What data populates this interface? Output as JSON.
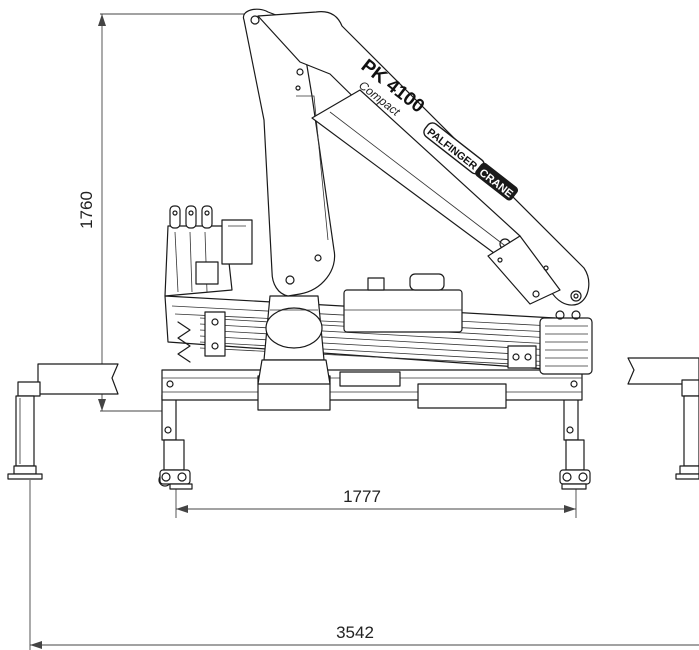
{
  "model": {
    "name": "PK 4100",
    "variant": "Compact"
  },
  "brand": {
    "left": "PALFINGER",
    "right": "CRANE"
  },
  "dimensions": {
    "height": "1760",
    "outrigger_base": "1777",
    "outrigger_span": "3542"
  },
  "colors": {
    "line": "#1a1a1a",
    "brand_badge": "#1a1a1a"
  }
}
